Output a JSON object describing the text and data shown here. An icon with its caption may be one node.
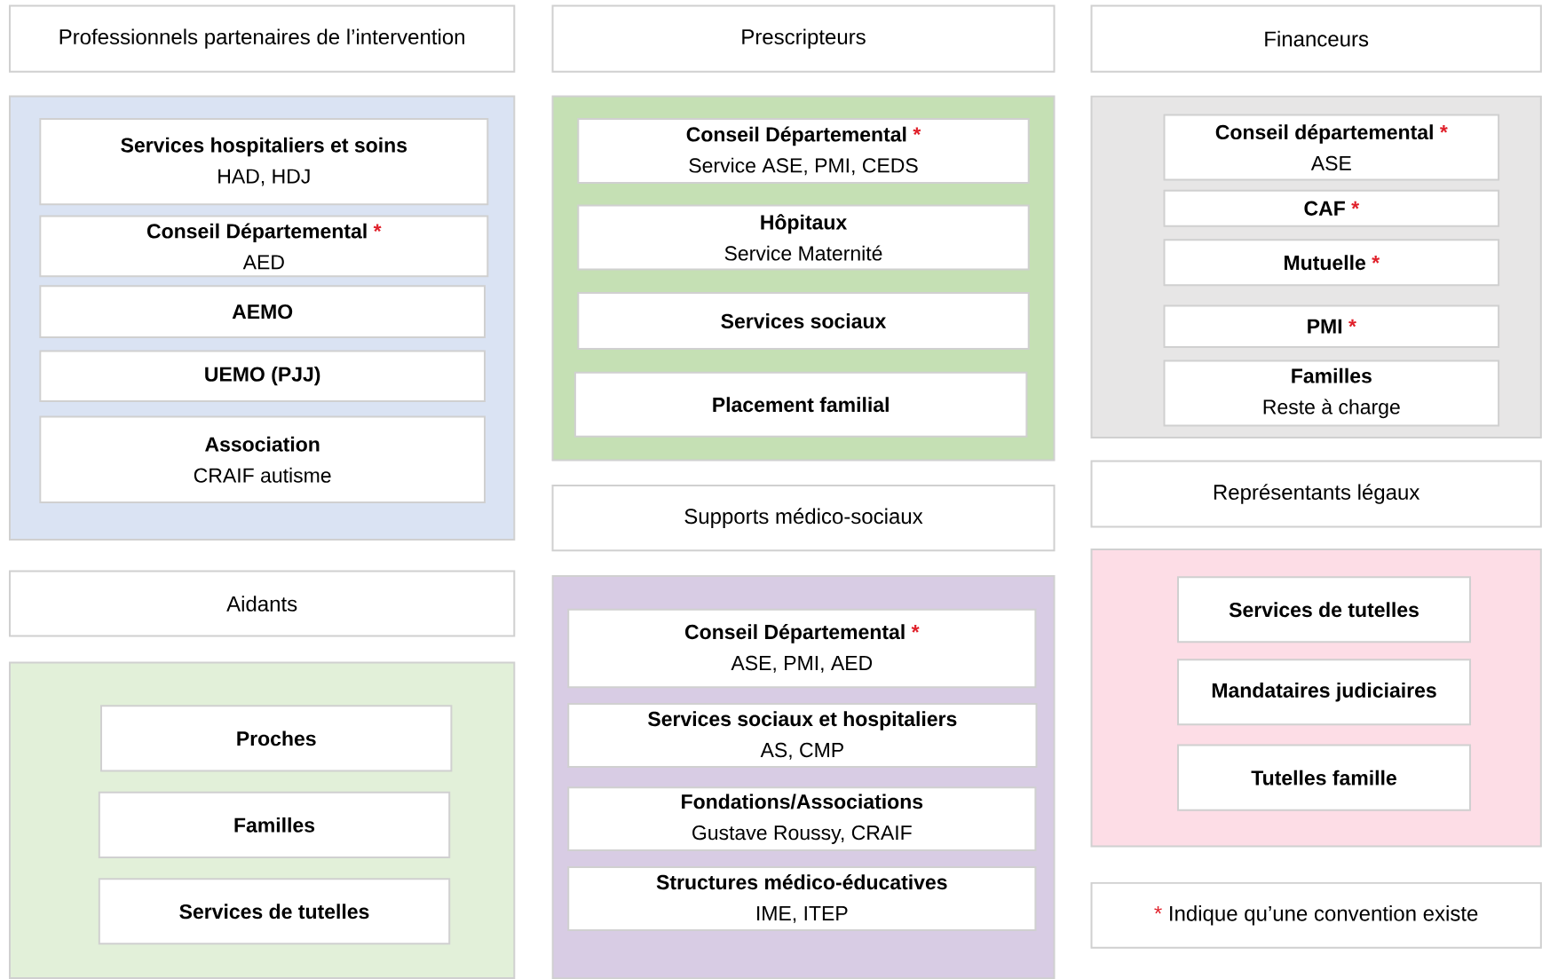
{
  "diagram": {
    "nodes": [
      {
        "text": [
          "Professionnels partenaires de l’intervention"
        ]
      },
      {
        "text": [],
        "shape": "box"
      },
      {
        "text": [
          "Services hospitaliers et soins",
          "HAD, HDJ"
        ],
        "in": 1
      },
      {
        "text": [
          "Conseil Départemental",
          "*",
          "AED"
        ],
        "in": 1
      },
      {
        "text": [
          "AEMO"
        ],
        "in": 1
      },
      {
        "text": [
          "UEMO (PJJ)"
        ],
        "in": 1
      },
      {
        "text": [
          "Association",
          "CRAIF autisme"
        ],
        "in": 1
      },
      {
        "text": [
          "Aidants"
        ]
      },
      {
        "text": [],
        "shape": "box"
      },
      {
        "text": [
          "Proches"
        ],
        "in": 8
      },
      {
        "text": [
          "Familles"
        ],
        "in": 8
      },
      {
        "text": [
          "Services de tutelles"
        ],
        "in": 8
      },
      {
        "text": [
          "Prescripteurs"
        ]
      },
      {
        "text": [],
        "shape": "box"
      },
      {
        "text": [
          "Conseil Départemental",
          "*",
          "Service ASE, PMI, CEDS"
        ],
        "in": 13
      },
      {
        "text": [
          "Hôpitaux",
          "Service Maternité"
        ],
        "in": 13
      },
      {
        "text": [
          "Services sociaux"
        ],
        "in": 13
      },
      {
        "text": [
          "Placement familial"
        ],
        "in": 13
      },
      {
        "text": [
          "Supports médico-sociaux"
        ]
      },
      {
        "text": [],
        "shape": "box"
      },
      {
        "text": [
          "Conseil Départemental",
          "*",
          "ASE, PMI, AED"
        ],
        "in": 19
      },
      {
        "text": [
          "Services sociaux et hospitaliers",
          "AS, CMP"
        ],
        "in": 19
      },
      {
        "text": [
          "Fondations/Associations",
          "Gustave Roussy, CRAIF"
        ],
        "in": 19
      },
      {
        "text": [
          "Structures médico-éducatives",
          "IME, ITEP"
        ],
        "in": 19
      },
      {
        "text": [
          "Financeurs"
        ]
      },
      {
        "text": [],
        "shape": "box"
      },
      {
        "text": [
          "Conseil départemental",
          "*",
          "ASE"
        ],
        "in": 25
      },
      {
        "text": [
          "CAF",
          "*"
        ],
        "in": 25
      },
      {
        "text": [
          "Mutuelle",
          "*"
        ],
        "in": 25
      },
      {
        "text": [
          "PMI",
          "*"
        ],
        "in": 25
      },
      {
        "text": [
          "Familles",
          "Reste à charge"
        ],
        "in": 25
      },
      {
        "text": [
          "Représentants légaux"
        ]
      },
      {
        "text": [],
        "shape": "box"
      },
      {
        "text": [
          "Services de tutelles"
        ],
        "in": 32
      },
      {
        "text": [
          "Mandataires judiciaires"
        ],
        "in": 32
      },
      {
        "text": [
          "Tutelles famille"
        ],
        "in": 32
      },
      {
        "text": [
          "*",
          "Indique qu’une convention existe"
        ]
      }
    ]
  }
}
